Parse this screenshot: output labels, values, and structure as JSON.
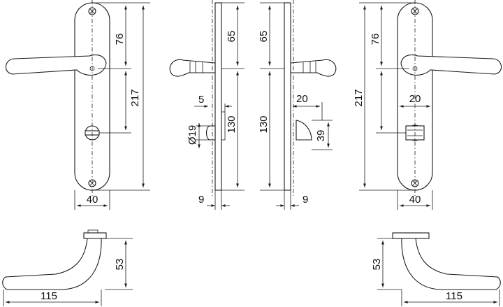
{
  "dimensions": {
    "d76": "76",
    "d217": "217",
    "d40": "40",
    "d65": "65",
    "d130": "130",
    "d5": "5",
    "d19": "Ø19",
    "d9": "9",
    "d20": "20",
    "d39": "39",
    "d53": "53",
    "d115": "115"
  }
}
